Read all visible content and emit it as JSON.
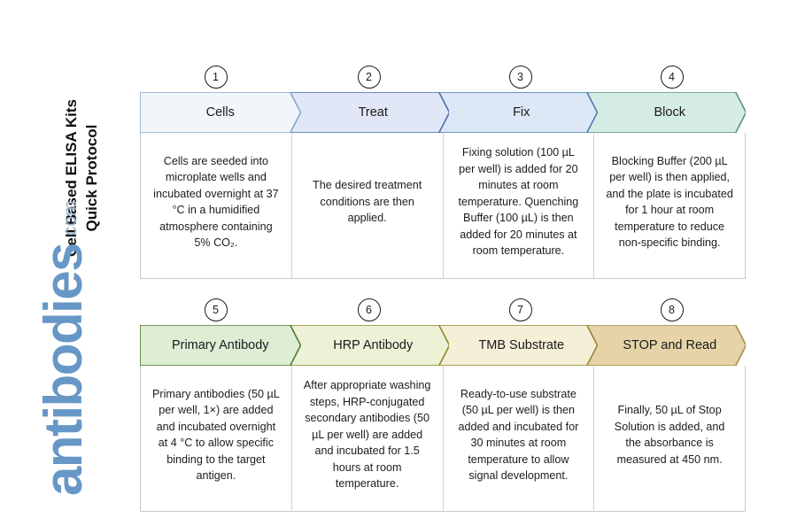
{
  "title": {
    "line1": "Cell Based ELISA Kits",
    "line2": "Quick Protocol"
  },
  "logo": {
    "name": "antibodies",
    "suffix": ".com",
    "color": "#6697c6"
  },
  "rows": [
    {
      "id": "row-1",
      "steps": [
        {
          "number": "1",
          "label": "Cells",
          "fill": "#f2f6fb",
          "stroke": "#8aa7c7",
          "body": "Cells are seeded into microplate wells and incubated overnight at 37 °C in a humidified atmosphere containing 5% CO₂."
        },
        {
          "number": "2",
          "label": "Treat",
          "fill": "#e2e7f7",
          "stroke": "#4a6fa8",
          "body": "The desired treatment conditions are then applied."
        },
        {
          "number": "3",
          "label": "Fix",
          "fill": "#dce8f5",
          "stroke": "#4a7bb0",
          "body": "Fixing solution (100 µL per well) is added for 20 minutes at room temperature. Quenching Buffer (100 µL) is then added for 20 minutes at room temperature."
        },
        {
          "number": "4",
          "label": "Block",
          "fill": "#d5ece5",
          "stroke": "#5f8f7e",
          "body": "Blocking Buffer (200 µL per well) is then applied, and the plate is incubated for 1 hour at room temperature to reduce non-specific binding."
        }
      ]
    },
    {
      "id": "row-2",
      "steps": [
        {
          "number": "5",
          "label": "Primary Antibody",
          "fill": "#ddeed4",
          "stroke": "#4f7a32",
          "body": "Primary antibodies (50 µL per well, 1×) are added and incubated overnight at 4 °C to allow specific binding to the target antigen."
        },
        {
          "number": "6",
          "label": "HRP Antibody",
          "fill": "#edf1d6",
          "stroke": "#8a8a2a",
          "body": "After appropriate washing steps, HRP-conjugated secondary antibodies (50 µL per well) are added and incubated for 1.5 hours at room temperature."
        },
        {
          "number": "7",
          "label": "TMB Substrate",
          "fill": "#f4efd6",
          "stroke": "#9a8438",
          "body": "Ready-to-use substrate (50 µL per well) is then added and incubated for 30 minutes at room temperature to allow signal development."
        },
        {
          "number": "8",
          "label": "STOP and Read",
          "fill": "#e6d4a8",
          "stroke": "#a98c45",
          "body": "Finally, 50 µL of Stop Solution is added, and the absorbance is measured at 450 nm."
        }
      ]
    }
  ]
}
